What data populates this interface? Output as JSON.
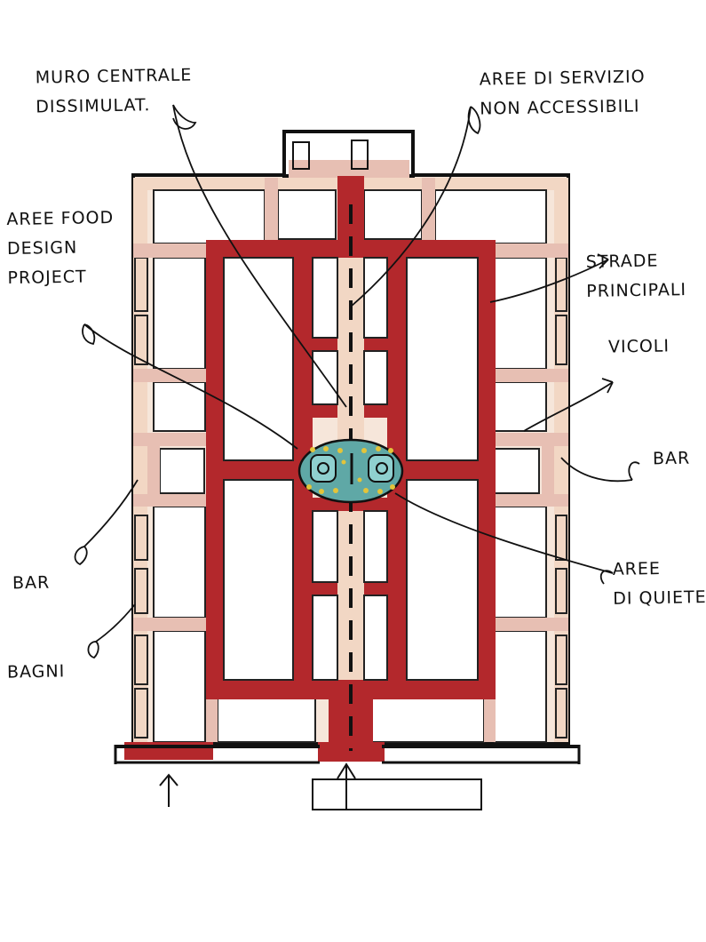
{
  "labels": {
    "muro_centrale": [
      "MURO CENTRALE",
      "DISSIMULAT."
    ],
    "aree_servizio": [
      "AREE DI SERVIZIO",
      "NON ACCESSIBILI"
    ],
    "aree_food": [
      "AREE FOOD",
      "DESIGN",
      "PROJECT"
    ],
    "strade_principali": [
      "STRADE",
      "PRINCIPALI"
    ],
    "vicoli": "VICOLI",
    "bar_right": "BAR",
    "bar_left": "BAR",
    "aree_quiete": [
      "AREE",
      "DI QUIETE"
    ],
    "bagni": "BAGNI"
  },
  "colors": {
    "streets": "#b3282c",
    "alleys": "#e7bfb3",
    "peach": "#f2d7c4",
    "quiet_area": "#5fa8a6",
    "quiet_dots": "#e3c43a",
    "ink": "#111111"
  }
}
